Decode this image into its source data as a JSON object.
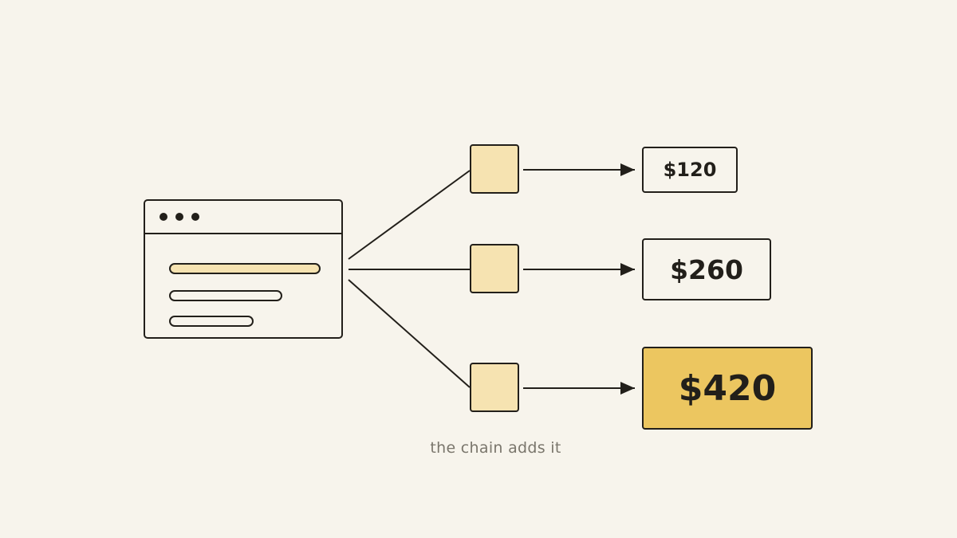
{
  "colors": {
    "background": "#f7f4ec",
    "stroke": "#221f1a",
    "node_fill": "#f6e3b1",
    "highlight_fill": "#ecc660",
    "caption_text": "#7a766c"
  },
  "source_window": {
    "icon": "browser-window-icon",
    "titlebar_dots": 3,
    "content_bars": 3,
    "highlighted_bar": 1
  },
  "paths": [
    {
      "node_icon": "step-box",
      "result": "$120",
      "highlighted": false
    },
    {
      "node_icon": "step-box",
      "result": "$260",
      "highlighted": false
    },
    {
      "node_icon": "step-box",
      "result": "$420",
      "highlighted": true
    }
  ],
  "caption": "the chain adds it"
}
